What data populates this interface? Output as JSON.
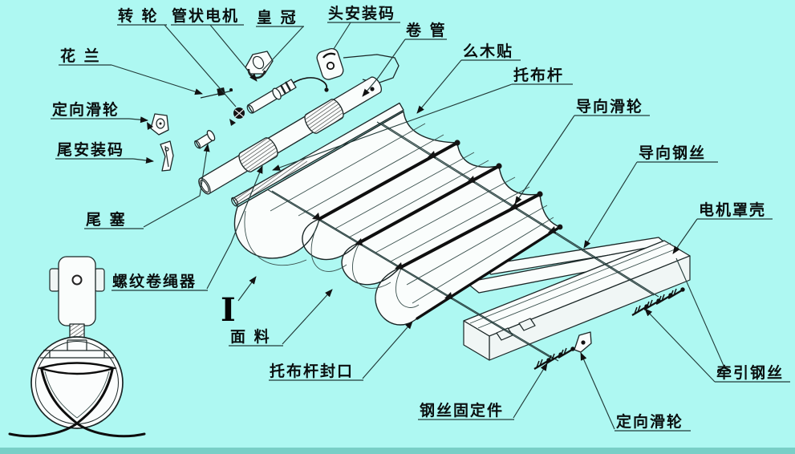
{
  "diagram": {
    "background_color": "#aef8f2",
    "ink_color": "#1a2626",
    "bottom_strip_color": "#79cfc7",
    "detail_marker": "I",
    "labels": [
      {
        "id": "zhuanlun",
        "text": "转 轮"
      },
      {
        "id": "guanzhuang-dianji",
        "text": "管状电机"
      },
      {
        "id": "huangguan",
        "text": "皇 冠"
      },
      {
        "id": "tou-anzhuangma",
        "text": "头安装码"
      },
      {
        "id": "juanguan",
        "text": "卷 管"
      },
      {
        "id": "hualan",
        "text": "花 兰"
      },
      {
        "id": "dingxiang-hualun-l",
        "text": "定向滑轮"
      },
      {
        "id": "wei-anzhuangma",
        "text": "尾安装码"
      },
      {
        "id": "weisai",
        "text": "尾 塞"
      },
      {
        "id": "luowen-juanshengqi",
        "text": "螺纹卷绳器"
      },
      {
        "id": "mianliao",
        "text": "面 料"
      },
      {
        "id": "tobugan-fengkou",
        "text": "托布杆封口"
      },
      {
        "id": "momutie",
        "text": "么木贴"
      },
      {
        "id": "tobugan",
        "text": "托布杆"
      },
      {
        "id": "daoxiang-hualun",
        "text": "导向滑轮"
      },
      {
        "id": "daoxiang-gangsi",
        "text": "导向钢丝"
      },
      {
        "id": "dianji-zhaoke",
        "text": "电机罩壳"
      },
      {
        "id": "qianyin-gangsi",
        "text": "牵引钢丝"
      },
      {
        "id": "gangsi-gudingjian",
        "text": "钢丝固定件"
      },
      {
        "id": "dingxiang-hualun-b",
        "text": "定向滑轮"
      }
    ]
  }
}
